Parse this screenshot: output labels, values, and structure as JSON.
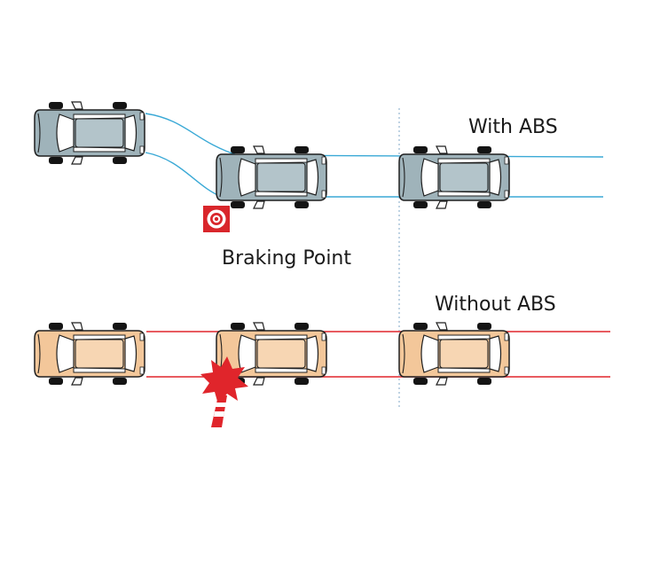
{
  "labels": {
    "with_abs": "With ABS",
    "without_abs": "Without ABS",
    "braking_point": "Braking Point"
  },
  "colors": {
    "with_abs_path": "#3aa9d6",
    "without_abs_path": "#e0252b",
    "with_abs_car_body": "#9fb3ba",
    "without_abs_car_body": "#f3c79a",
    "car_outline": "#1f1f1f",
    "tires": "#141414",
    "braking_marker": "#d9262b",
    "impact_burst": "#e0252b",
    "divider": "#7fa7c7"
  },
  "icons": {
    "braking_marker": "target-icon",
    "impact": "collision-burst-icon",
    "obstacle": "traffic-cone-icon"
  }
}
